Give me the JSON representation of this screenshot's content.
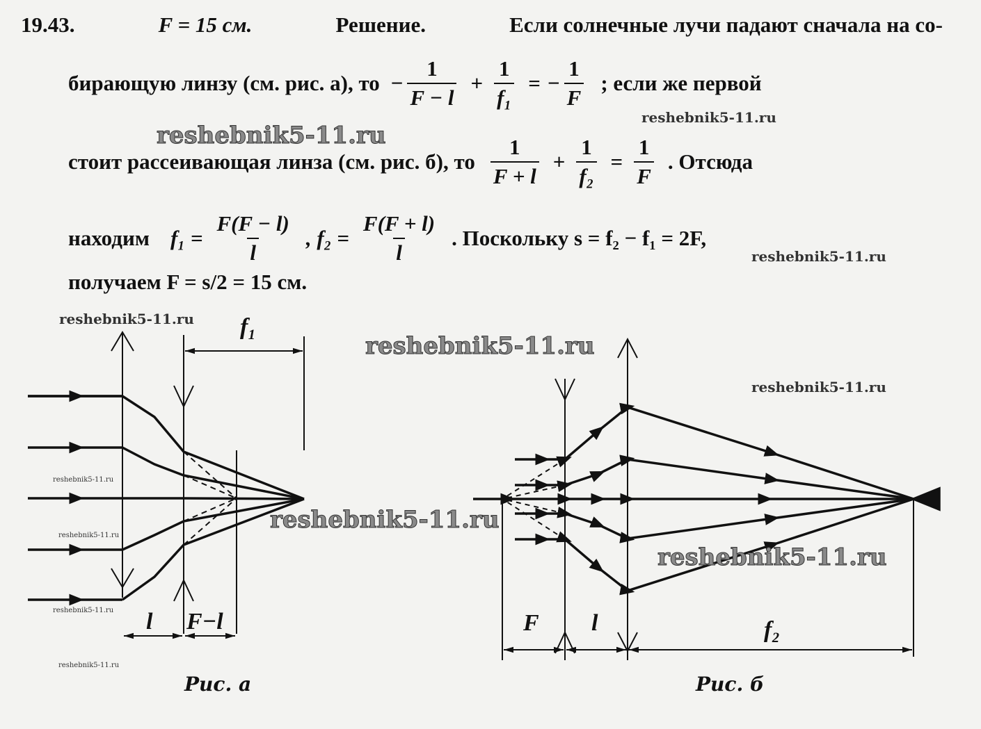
{
  "problem": {
    "number": "19.43.",
    "given": "F = 15 см.",
    "solution_label": "Решение.",
    "line1_text": "Если солнечные лучи падают сначала на со-",
    "line2_text": "бирающую линзу (см. рис. а), то",
    "line2_tail": "; если же первой",
    "line3_text": "стоит рассеивающая линза (см. рис. б), то",
    "line3_tail": ". Отсюда",
    "line4_head": "находим",
    "line4_tail": ". Поскольку s = f₂ − f₁ = 2F,",
    "line5_text": "получаем F = s/2 = 15 см."
  },
  "formulas": {
    "eq1": {
      "minus": "−",
      "n1": "1",
      "d1": "F − l",
      "plus": "+",
      "n2": "1",
      "d2": "f₁",
      "eq": "=",
      "minus2": "−",
      "n3": "1",
      "d3": "F"
    },
    "eq2": {
      "n1": "1",
      "d1": "F + l",
      "plus": "+",
      "n2": "1",
      "d2": "f₂",
      "eq": "=",
      "n3": "1",
      "d3": "F"
    },
    "f1": {
      "lhs": "f₁ =",
      "num": "F(F − l)",
      "den": "l"
    },
    "f2": {
      "lhs": ", f₂ =",
      "num": "F(F + l)",
      "den": "l"
    }
  },
  "figure_a": {
    "caption": "Рис. а",
    "labels": {
      "f1": "f₁",
      "l": "l",
      "F_minus_l": "F−l"
    }
  },
  "figure_b": {
    "caption": "Рис. б",
    "labels": {
      "F": "F",
      "l": "l",
      "f2": "f₂"
    }
  },
  "watermark": "reshebnik5-11.ru"
}
